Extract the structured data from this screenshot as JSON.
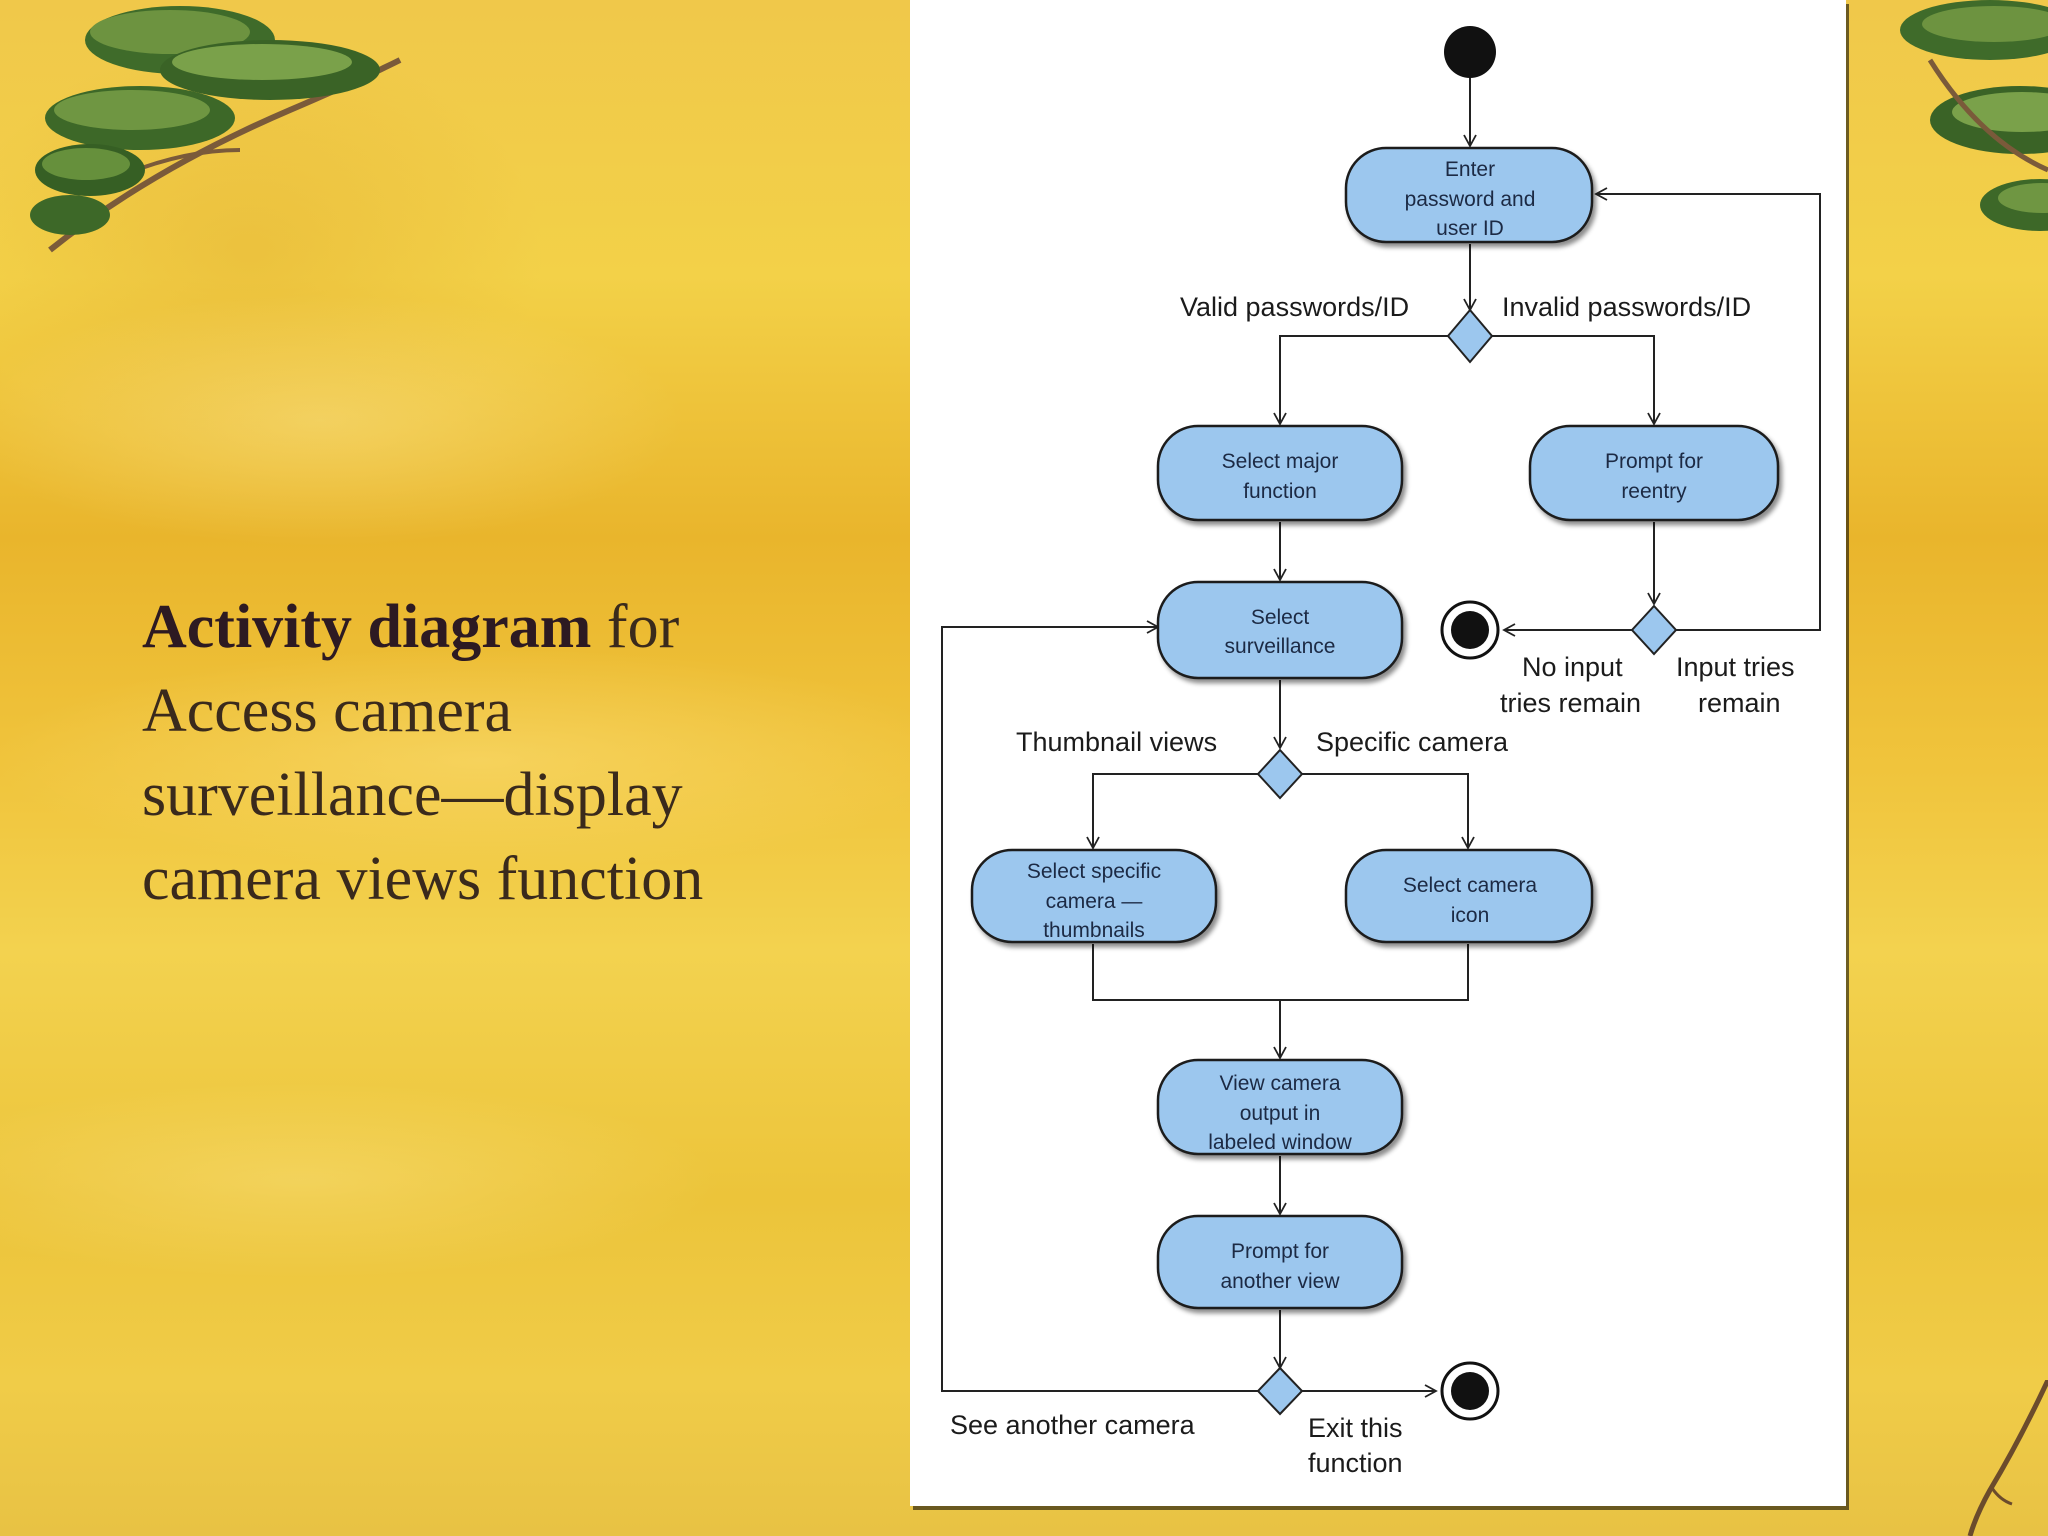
{
  "slide": {
    "title_bold": "Activity diagram",
    "title_rest": "for Access camera surveillance—display camera views function"
  },
  "diagram": {
    "nodes": {
      "enter": [
        "Enter",
        "password and",
        "user ID"
      ],
      "select_major": [
        "Select major",
        "function"
      ],
      "prompt_reentry": [
        "Prompt for",
        "reentry"
      ],
      "select_surveillance": [
        "Select",
        "surveillance"
      ],
      "select_specific": [
        "Select specific",
        "camera —",
        "thumbnails"
      ],
      "select_icon": [
        "Select camera",
        "icon"
      ],
      "view_output": [
        "View camera",
        "output in",
        "labeled window"
      ],
      "prompt_another": [
        "Prompt for",
        "another view"
      ]
    },
    "guards": {
      "valid": "Valid passwords/ID",
      "invalid": "Invalid passwords/ID",
      "no_input_1": "No input",
      "no_input_2": "tries remain",
      "input_tries_1": "Input tries",
      "input_tries_2": "remain",
      "thumbnail": "Thumbnail views",
      "specific": "Specific camera",
      "see_another": "See another camera",
      "exit_1": "Exit this",
      "exit_2": "function"
    }
  }
}
